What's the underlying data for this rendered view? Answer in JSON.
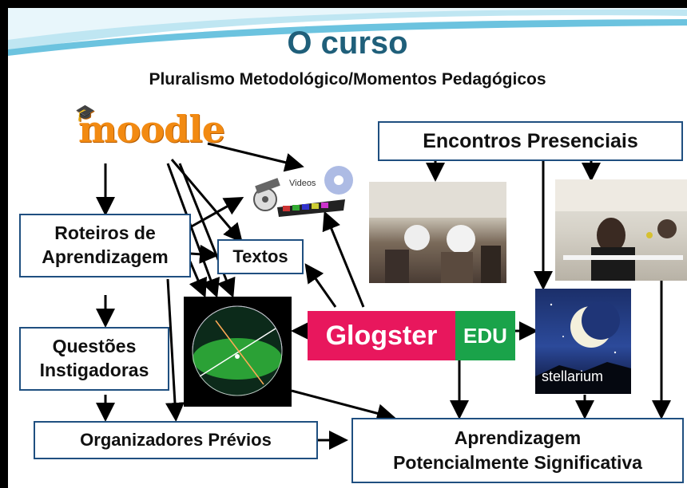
{
  "title": "O curso",
  "subtitle": "Pluralismo Metodológico/Momentos Pedagógicos",
  "moodle_logo": "moodle",
  "boxes": {
    "encontros": "Encontros Presenciais",
    "roteiros_1": "Roteiros de",
    "roteiros_2": "Aprendizagem",
    "textos": "Textos",
    "questoes_1": "Questões",
    "questoes_2": "Instigadoras",
    "organizadores": "Organizadores Prévios",
    "aprendizagem_1": "Aprendizagem",
    "aprendizagem_2": "Potencialmente Significativa"
  },
  "videos_label": "Videos",
  "glogster": {
    "left": "Glogster",
    "right": "EDU"
  },
  "stellarium_label": "stellarium",
  "colors": {
    "title": "#1f5f7a",
    "box_border": "#1f4f80",
    "glogster_pink": "#e8175d",
    "glogster_green": "#1aa34a",
    "moodle_orange": "#f28a12"
  }
}
